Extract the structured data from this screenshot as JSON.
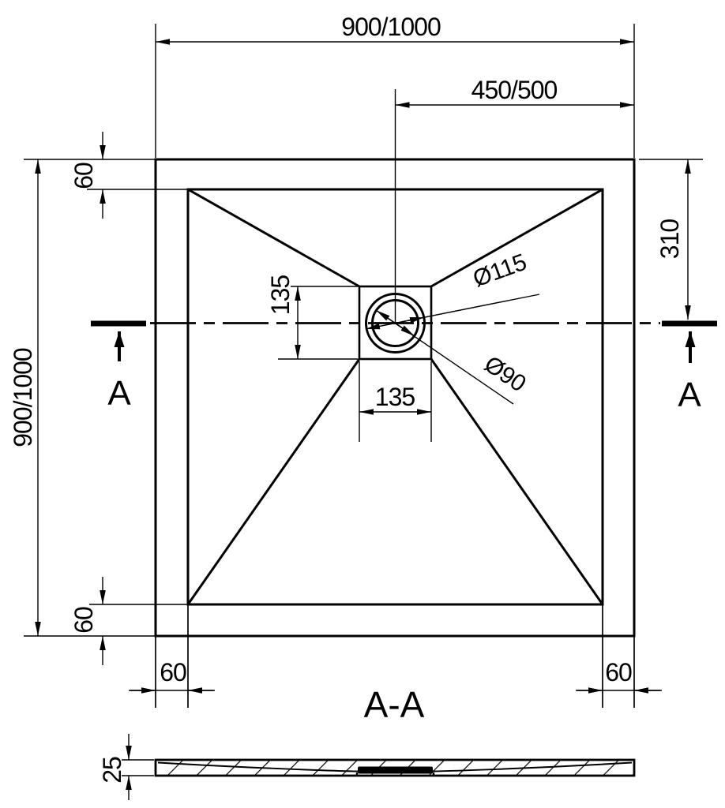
{
  "drawing": {
    "kind": "shower-tray technical drawing",
    "colors": {
      "line": "#000000",
      "background": "#ffffff"
    },
    "plan": {
      "overall_width": "900/1000",
      "half_width": "450/500",
      "overall_height": "900/1000",
      "rim_top": "60",
      "rim_bottom": "60",
      "rim_left": "60",
      "rim_right": "60",
      "drain_center_from_top": "310",
      "drain_recess_height": "135",
      "drain_recess_width": "135",
      "drain_flange_diameter": "Ø115",
      "drain_hole_diameter": "Ø90",
      "cut_mark_left": "A",
      "cut_mark_right": "A"
    },
    "section": {
      "title": "A-A",
      "thickness": "25"
    }
  }
}
